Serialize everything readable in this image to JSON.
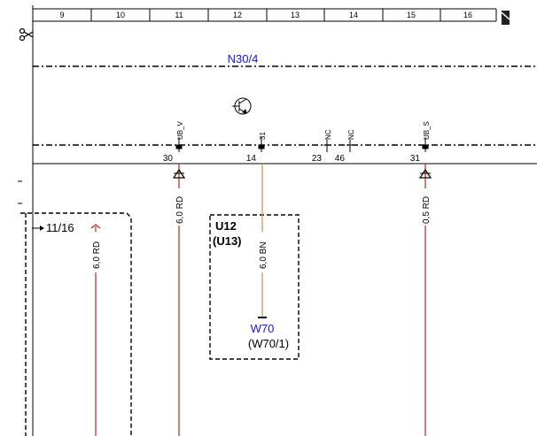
{
  "ruler": {
    "columns": [
      "9",
      "10",
      "11",
      "12",
      "13",
      "14",
      "15",
      "16"
    ]
  },
  "module": {
    "name": "N30/4",
    "pins": [
      "30",
      "14",
      "23",
      "46",
      "31"
    ],
    "pin_names": [
      "UB_V",
      "31",
      "NC",
      "NC",
      "UB_S"
    ]
  },
  "reference": {
    "label": "11/16"
  },
  "wires": {
    "w1": "6,0 RD",
    "w2": "6,0 RD",
    "w3": "6,0 BN",
    "w4": "0,5 RD"
  },
  "splice_box": {
    "line1": "U12",
    "line2": "(U13)"
  },
  "ground": {
    "name": "W70",
    "alt": "(W70/1)"
  },
  "colors": {
    "wire_red": "#cc2020",
    "wire_brown": "#c8914a",
    "label_blue": "#1515d8"
  }
}
